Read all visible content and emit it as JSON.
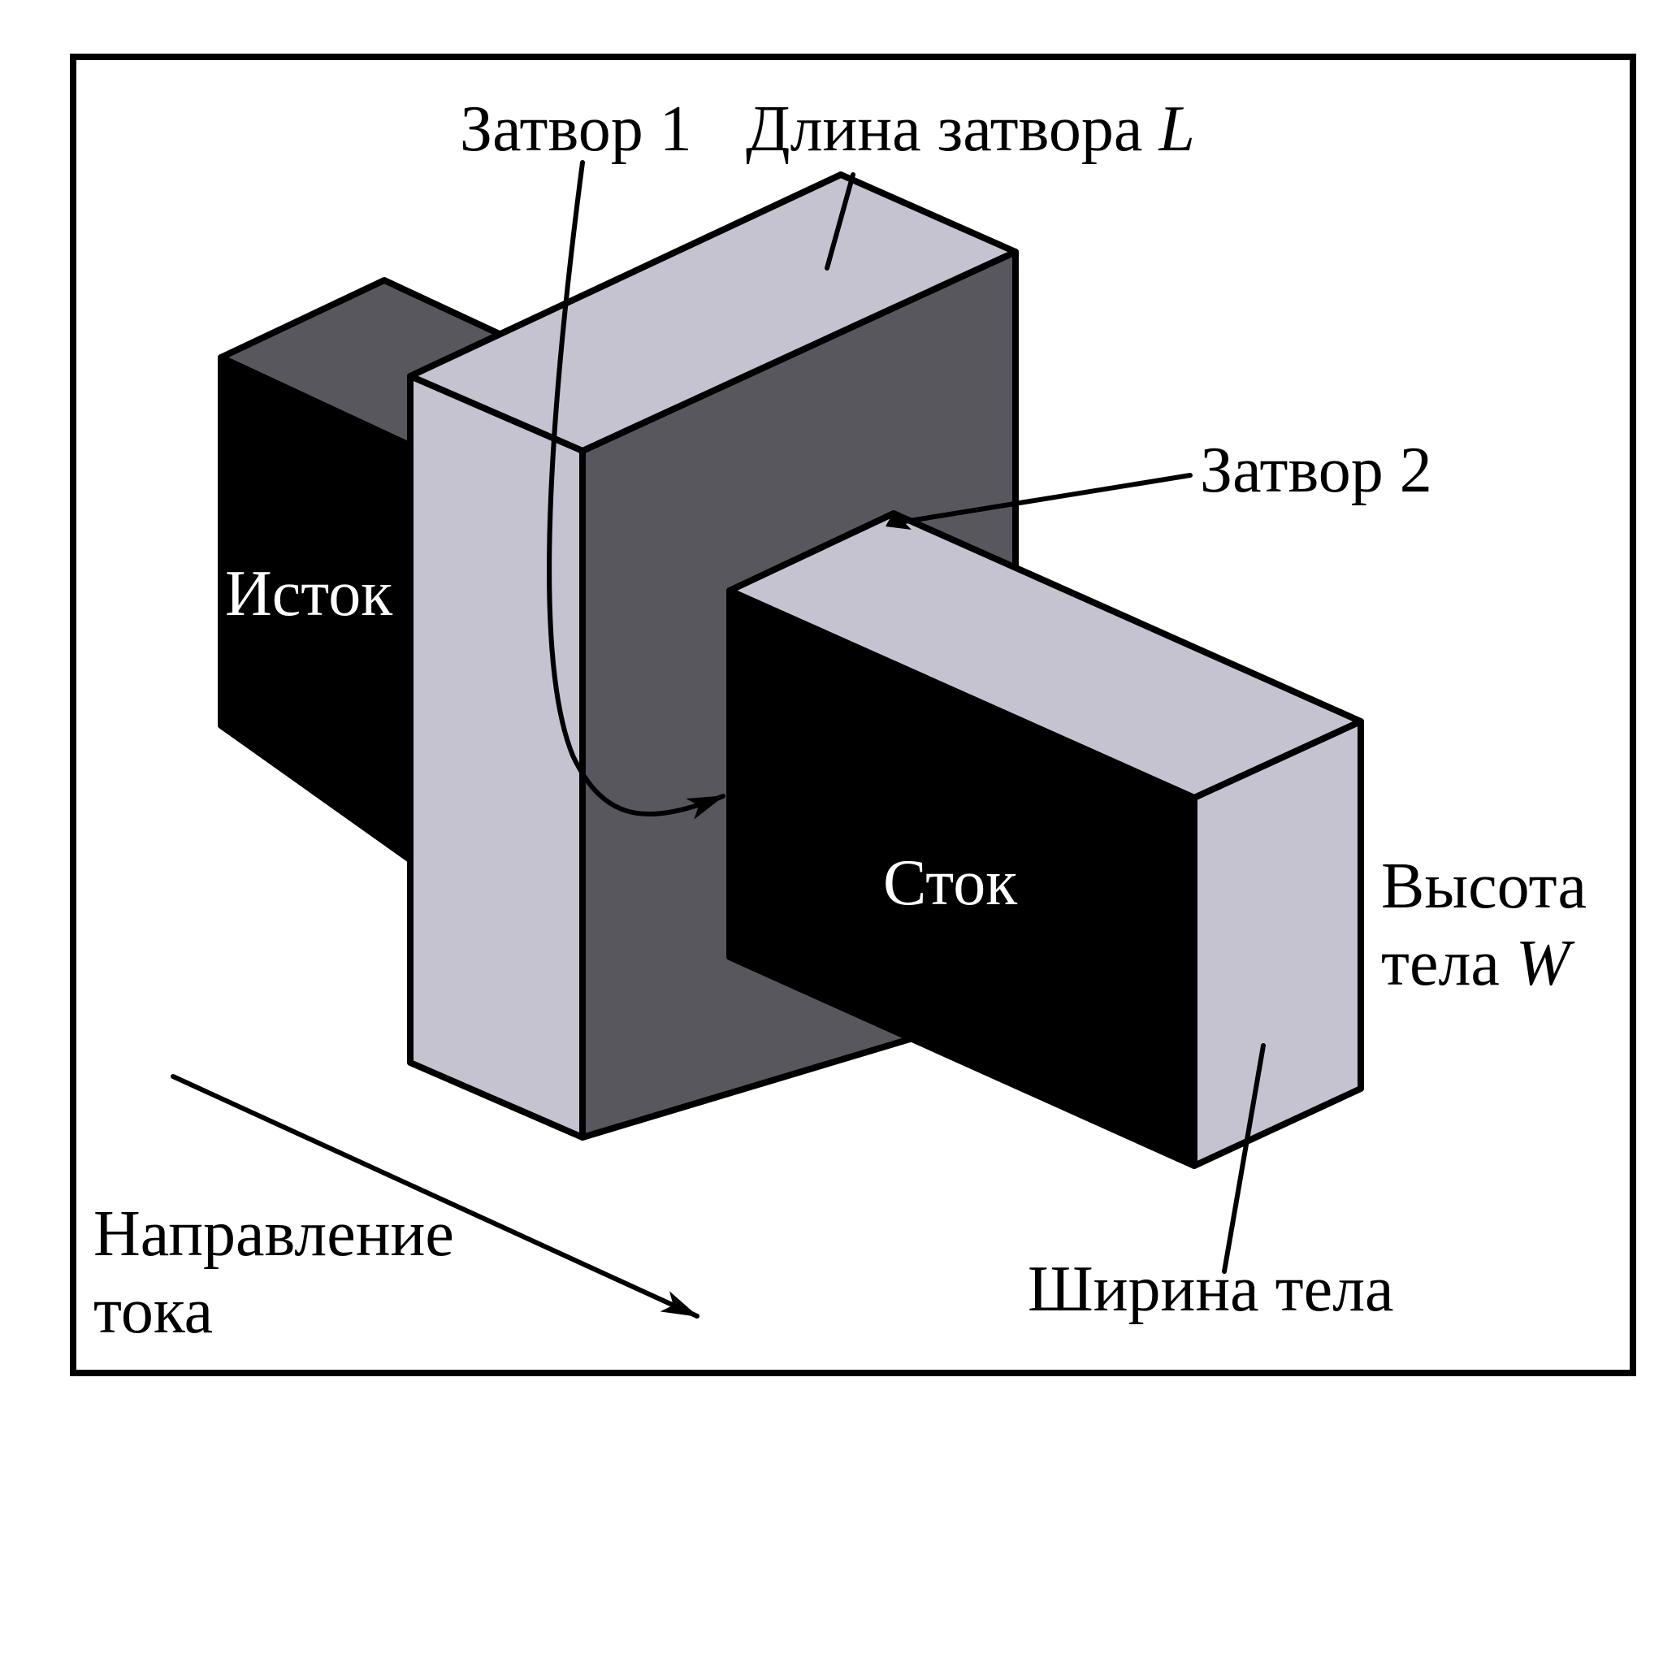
{
  "labels": {
    "gate1": "Затвор 1",
    "gate_length": "Длина затвора ",
    "gate_length_var": "L",
    "gate2": "Затвор 2",
    "source": "Исток",
    "drain": "Сток",
    "body_height_line1": "Высота",
    "body_height_line2": "тела ",
    "body_height_var": "W",
    "body_width": "Ширина тела",
    "current_dir_line1": "Направление",
    "current_dir_line2": "тока"
  },
  "colors": {
    "light_face": "#c6c3d1",
    "dark_face": "#58575e",
    "black_face": "#000000",
    "outline": "#000000",
    "background": "#ffffff"
  }
}
